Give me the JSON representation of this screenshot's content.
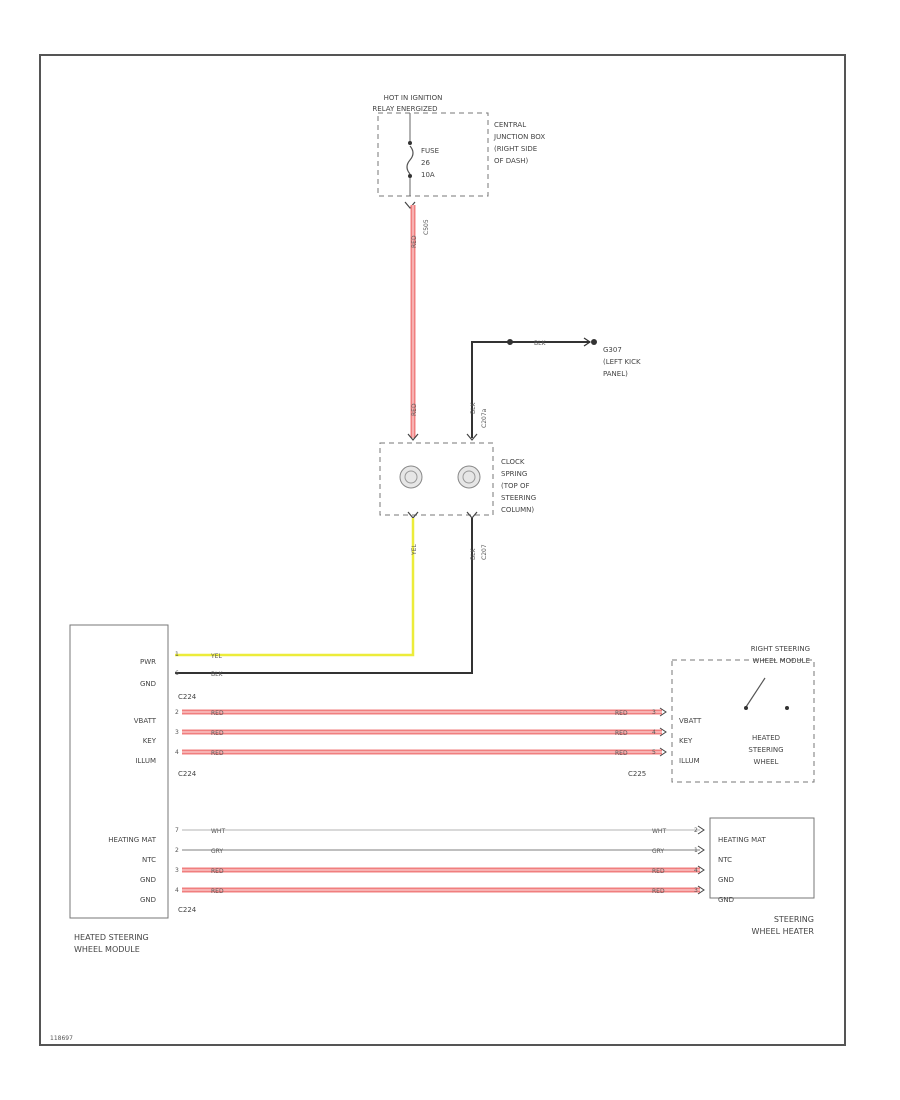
{
  "colors": {
    "red_wire": "#f07f7f",
    "red_core": "#f9c4c4",
    "yellow_wire": "#ecec3a",
    "black_wire": "#333333",
    "white_wire": "#d9d9d9",
    "gray_wire": "#bfbfbf"
  },
  "junction_box": {
    "hot_label_line1": "HOT IN IGNITION",
    "hot_label_line2": "RELAY ENERGIZED",
    "name_lines": [
      "CENTRAL",
      "JUNCTION BOX",
      "(RIGHT SIDE",
      "OF DASH)"
    ],
    "fuse_lines": [
      "FUSE",
      "26",
      "10A"
    ],
    "connector": "C505"
  },
  "ground": {
    "wire": "BLK",
    "name_lines": [
      "G307",
      "(LEFT KICK",
      "PANEL)"
    ]
  },
  "clockspring": {
    "name_lines": [
      "CLOCK",
      "SPRING",
      "(TOP OF",
      "STEERING",
      "COLUMN)"
    ],
    "top_connector": "C207a",
    "bottom_connector": "C207",
    "top_left_wire": "RED",
    "top_right_wire": "BLK",
    "bottom_left_wire": "YEL",
    "bottom_right_wire": "BLK"
  },
  "module": {
    "name_lines": [
      "HEATED STEERING",
      "WHEEL MODULE"
    ],
    "group1": {
      "connector": "C224",
      "pins": [
        {
          "num": "1",
          "name": "PWR",
          "wire": "YEL"
        },
        {
          "num": "6",
          "name": "GND",
          "wire": "BLK"
        }
      ]
    },
    "group2": {
      "connector": "C224",
      "pins": [
        {
          "num": "2",
          "name": "VBATT",
          "wire": "RED",
          "far_wire": "RED",
          "far_num": "3",
          "far_name": "VBATT"
        },
        {
          "num": "3",
          "name": "KEY",
          "wire": "RED",
          "far_wire": "RED",
          "far_num": "4",
          "far_name": "KEY"
        },
        {
          "num": "4",
          "name": "ILLUM",
          "wire": "RED",
          "far_wire": "RED",
          "far_num": "5",
          "far_name": "ILLUM"
        }
      ]
    },
    "group3": {
      "label": "HEATING MAT",
      "connector": "C224",
      "pins": [
        {
          "num": "7",
          "name": "HEATING MAT",
          "wire": "WHT",
          "far_wire": "WHT",
          "far_num": "2",
          "far_name": "HEATING MAT"
        },
        {
          "num": "2",
          "name": "NTC",
          "wire": "GRY",
          "far_wire": "GRY",
          "far_num": "1",
          "far_name": "NTC"
        },
        {
          "num": "3",
          "name": "GND",
          "wire": "RED",
          "far_wire": "RED",
          "far_num": "4",
          "far_name": "GND"
        },
        {
          "num": "4",
          "name": "GND",
          "wire": "RED",
          "far_wire": "RED",
          "far_num": "3",
          "far_name": "GND"
        }
      ]
    }
  },
  "switch_module": {
    "name_lines": [
      "RIGHT STEERING",
      "WHEEL MODULE"
    ],
    "inner_lines": [
      "HEATED",
      "STEERING",
      "WHEEL"
    ],
    "connector": "C225"
  },
  "heater": {
    "name_lines": [
      "STEERING",
      "WHEEL HEATER"
    ]
  },
  "figure_id": "118697"
}
